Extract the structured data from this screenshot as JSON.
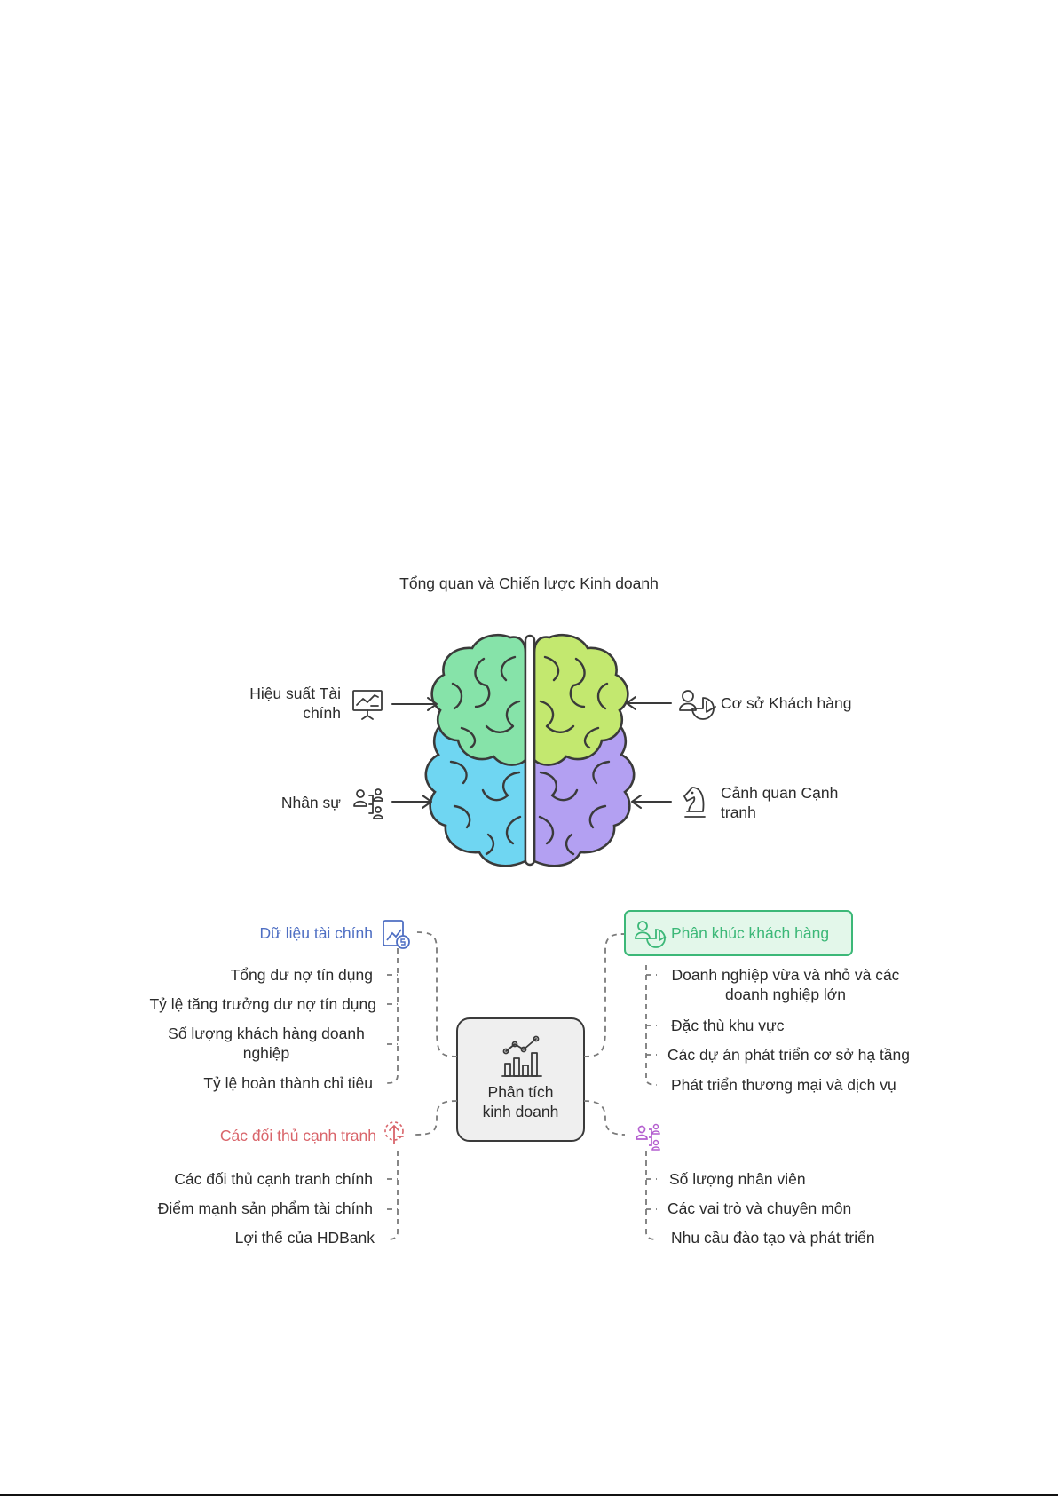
{
  "title": "Tổng quan và Chiến lược Kinh doanh",
  "brain": {
    "top_left": {
      "line1": "Hiệu suất Tài",
      "line2": "chính",
      "icon": "presentation-chart-icon"
    },
    "bottom_left": {
      "label": "Nhân sự",
      "icon": "people-hierarchy-icon"
    },
    "top_right": {
      "label": "Cơ sở Khách hàng",
      "icon": "customer-pie-icon"
    },
    "bottom_right": {
      "line1": "Cảnh quan Cạnh",
      "line2": "tranh",
      "icon": "chess-knight-icon"
    },
    "colors": {
      "upper_left": "#86e3a9",
      "upper_right": "#c3e86f",
      "lower_left": "#6fd6f2",
      "lower_right": "#b3a0f2"
    }
  },
  "mindmap": {
    "center": {
      "line1": "Phân tích",
      "line2": "kinh doanh",
      "icon": "analytics-chart-icon"
    },
    "financial": {
      "title": "Dữ liệu tài chính",
      "color": "#4f6fc3",
      "icon": "financial-data-icon",
      "items": [
        {
          "line1": "Tổng dư nợ tín dụng"
        },
        {
          "line1": "Tỷ lệ tăng trưởng dư nợ tín dụng"
        },
        {
          "line1": "Số lượng khách hàng doanh",
          "line2": "nghiệp"
        },
        {
          "line1": "Tỷ lệ hoàn thành chỉ tiêu"
        }
      ]
    },
    "competitors": {
      "title": "Các đối thủ cạnh tranh",
      "color": "#d9656b",
      "icon": "competitor-arrow-icon",
      "items": [
        {
          "line1": "Các đối thủ cạnh tranh chính"
        },
        {
          "line1": "Điểm mạnh sản phẩm tài chính"
        },
        {
          "line1": "Lợi thế của HDBank"
        }
      ]
    },
    "segments": {
      "title": "Phân khúc khách hàng",
      "color": "#3cb878",
      "icon": "segment-pie-icon",
      "items": [
        {
          "line1": "Doanh nghiệp vừa và nhỏ và các",
          "line2": "doanh nghiệp lớn"
        },
        {
          "line1": "Đặc thù khu vực"
        },
        {
          "line1": "Các dự án phát triển cơ sở hạ tầng"
        },
        {
          "line1": "Phát triển thương mại và dịch vụ"
        }
      ]
    },
    "staff": {
      "color": "#b45fcf",
      "icon": "staff-hierarchy-icon",
      "items": [
        {
          "line1": "Số lượng nhân viên"
        },
        {
          "line1": "Các vai trò và chuyên môn"
        },
        {
          "line1": "Nhu cầu đào tạo và phát triển"
        }
      ]
    }
  }
}
